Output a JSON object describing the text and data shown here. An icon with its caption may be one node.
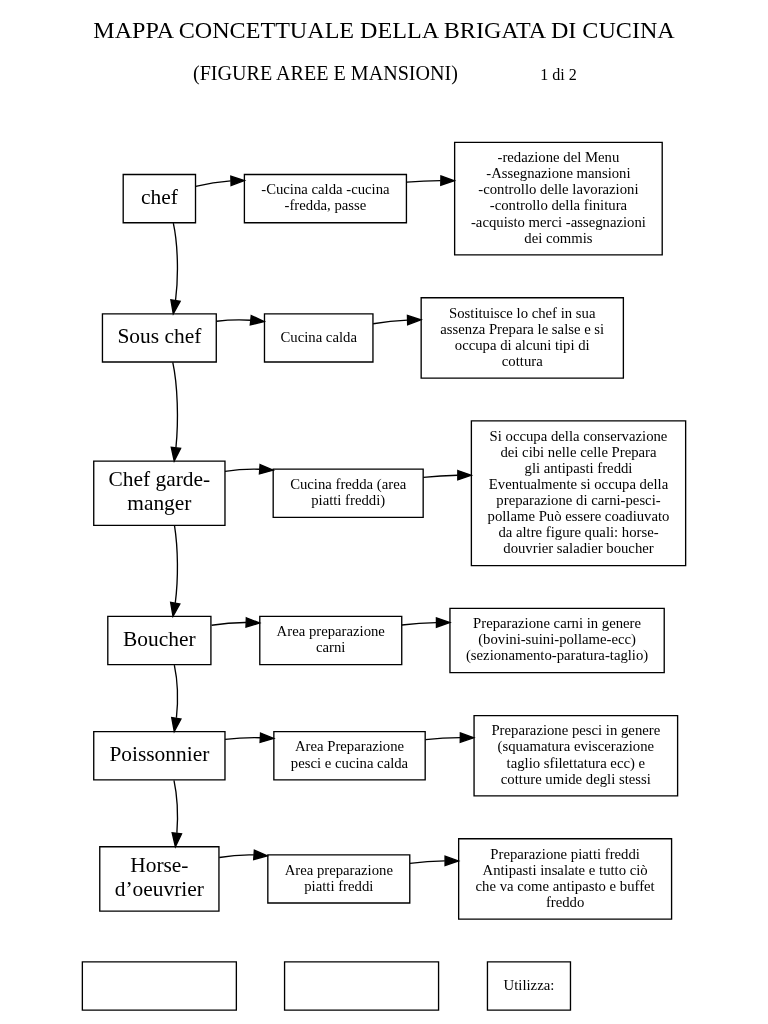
{
  "diagram": {
    "title": "MAPPA CONCETTUALE DELLA BRIGATA DI CUCINA",
    "nodes": [
      {
        "text": [
          "chef"
        ]
      },
      {
        "text": [
          "-Cucina calda -cucina -fredda, passe"
        ]
      },
      {
        "text": [
          "-redazione del Menu -Assegnazione mansioni -controllo delle lavorazioni -controllo della finitura -acquisto merci -assegnazioni dei commis"
        ]
      },
      {
        "text": [
          "Sous chef"
        ]
      },
      {
        "text": [
          "Cucina calda"
        ]
      },
      {
        "text": [
          "Sostituisce lo chef in sua assenza Prepara le salse e si occupa di alcuni tipi di cottura"
        ]
      },
      {
        "text": [
          "Chef garde-manger"
        ]
      },
      {
        "text": [
          "Cucina fredda (area piatti freddi)"
        ]
      },
      {
        "text": [
          "Si occupa della conservazione dei cibi nelle celle Prepara gli antipasti freddi Eventualmente si occupa della preparazione di carni-pesci-pollame Può essere coadiuvato da altre figure quali: horse-douvrier saladier boucher"
        ]
      },
      {
        "text": [
          "Boucher"
        ]
      },
      {
        "text": [
          "Area preparazione carni"
        ]
      },
      {
        "text": [
          "Preparazione carni in genere (bovini-suini-pollame-ecc) (sezionamento-paratura-taglio)"
        ]
      },
      {
        "text": [
          "Poissonnier"
        ]
      },
      {
        "text": [
          "Area Preparazione pesci e cucina calda"
        ]
      },
      {
        "text": [
          "Preparazione pesci in genere (squamatura eviscerazione taglio sfilettatura ecc) e cotture umide degli stessi"
        ]
      },
      {
        "text": [
          "Horse-d’oeuvrier"
        ]
      },
      {
        "text": [
          "Area preparazione piatti freddi"
        ]
      },
      {
        "text": [
          "Preparazione piatti freddi Antipasti insalate e tutto ciò che va come antipasto e buffet freddo"
        ]
      },
      {
        "text": [],
        "shape": "box"
      },
      {
        "text": [],
        "shape": "box"
      },
      {
        "text": [
          "Utilizza:"
        ]
      }
    ],
    "edges": [
      {
        "from": 0,
        "to": 1,
        "arrow": "to"
      },
      {
        "from": 1,
        "to": 2,
        "arrow": "to"
      },
      {
        "from": 0,
        "to": 3,
        "arrow": "to"
      },
      {
        "from": 3,
        "to": 4,
        "arrow": "to"
      },
      {
        "from": 4,
        "to": 5,
        "arrow": "to"
      },
      {
        "from": 3,
        "to": 6,
        "arrow": "to"
      },
      {
        "from": 6,
        "to": 7,
        "arrow": "to"
      },
      {
        "from": 7,
        "to": 8,
        "arrow": "to"
      },
      {
        "from": 6,
        "to": 9,
        "arrow": "to"
      },
      {
        "from": 9,
        "to": 10,
        "arrow": "to"
      },
      {
        "from": 10,
        "to": 11,
        "arrow": "to"
      },
      {
        "from": 9,
        "to": 12,
        "arrow": "to"
      },
      {
        "from": 12,
        "to": 13,
        "arrow": "to"
      },
      {
        "from": 13,
        "to": 14,
        "arrow": "to"
      },
      {
        "from": 12,
        "to": 15,
        "arrow": "to"
      },
      {
        "from": 15,
        "to": 16,
        "arrow": "to"
      },
      {
        "from": 16,
        "to": 17,
        "arrow": "to"
      }
    ],
    "labels": [
      "1 di 2",
      "(FIGURE AREE E MANSIONI)"
    ]
  }
}
